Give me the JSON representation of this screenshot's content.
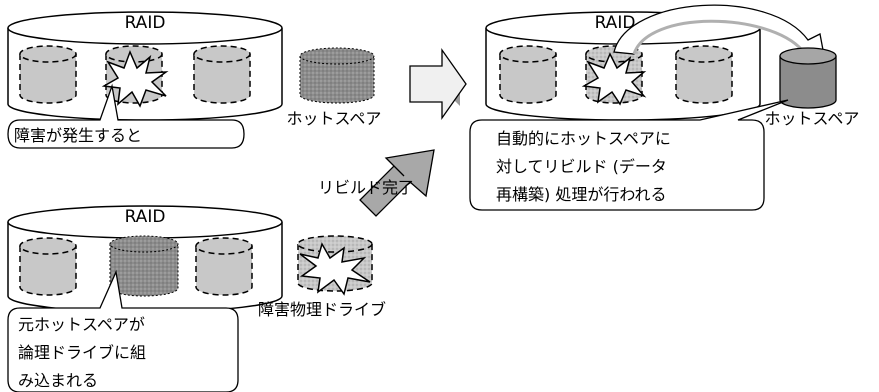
{
  "panels": {
    "before": {
      "raid_label": "RAID",
      "callout": "障害が発生すると",
      "spare_label": "ホットスペア"
    },
    "rebuild": {
      "raid_label": "RAID",
      "spare_label": "ホットスペア",
      "callout_lines": [
        "自動的にホットスペアに",
        "対してリビルド (データ",
        "再構築) 処理が行われる"
      ]
    },
    "after": {
      "raid_label": "RAID",
      "failed_label": "障害物理ドライブ",
      "callout_lines": [
        "元ホットスペアが",
        "論理ドライブに組",
        "み込まれる"
      ]
    }
  },
  "rebuild_complete_label": "リビルド完了",
  "colors": {
    "disk_fill": "#c8c8c8",
    "spare_fill": "#8c8c8c",
    "stroke": "#000000"
  }
}
